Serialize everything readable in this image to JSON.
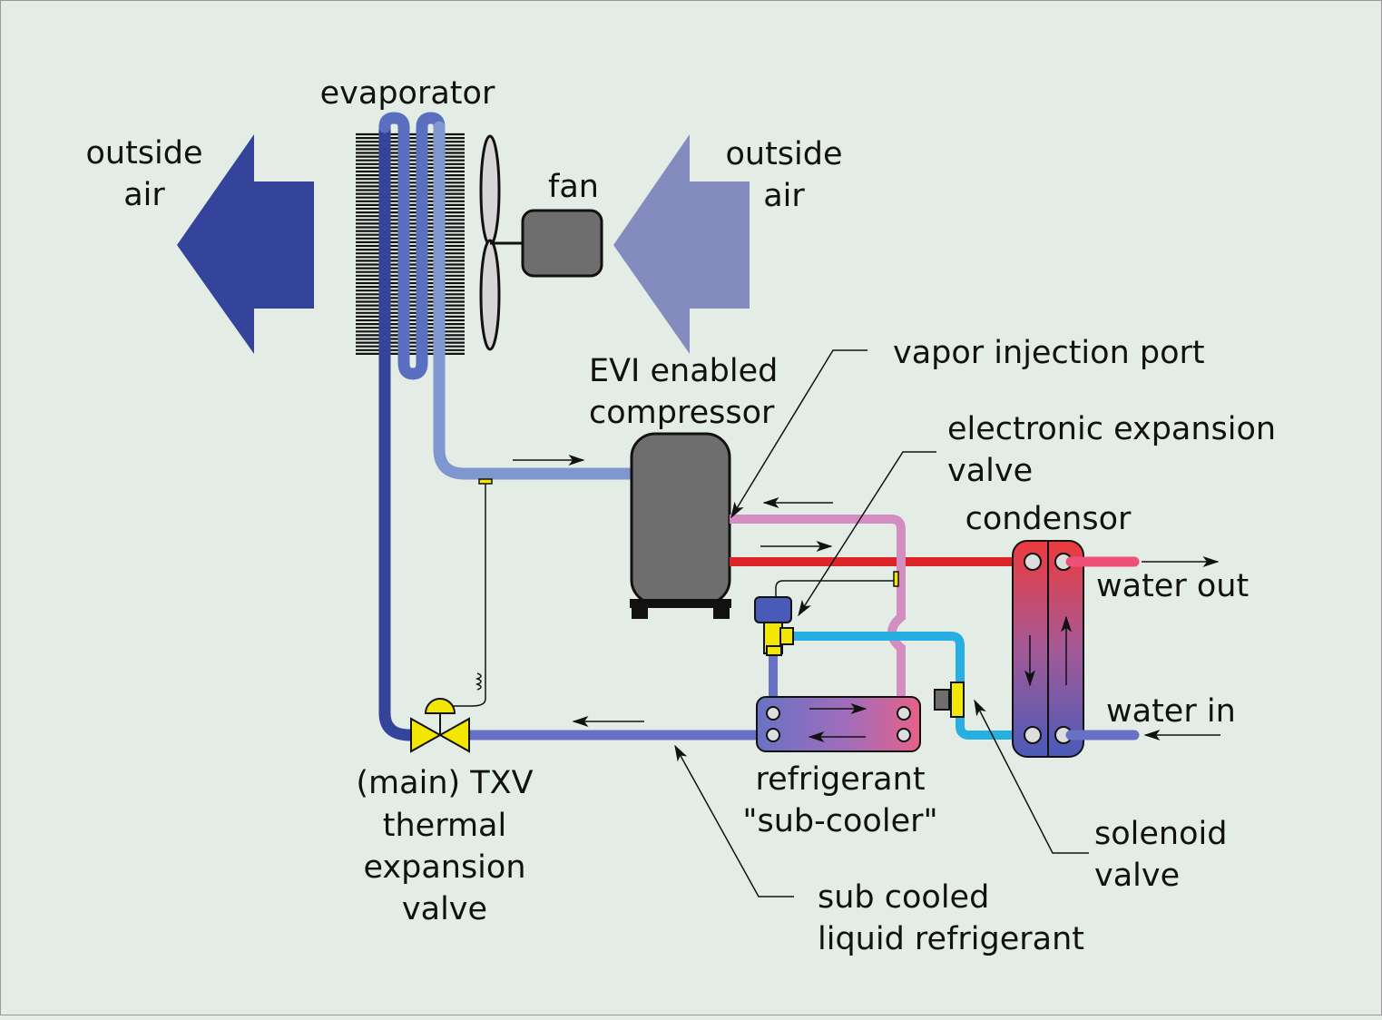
{
  "labels": {
    "outside_air_out": [
      "outside",
      "air"
    ],
    "evaporator": "evaporator",
    "fan": "fan",
    "outside_air_in": [
      "outside",
      "air"
    ],
    "compressor": [
      "EVI enabled",
      "compressor"
    ],
    "vapor_injection_port": "vapor injection port",
    "eev": [
      "electronic expansion",
      "valve"
    ],
    "condensor": "condensor",
    "water_out": "water out",
    "water_in": "water in",
    "txv": [
      "(main) TXV",
      "thermal",
      "expansion",
      "valve"
    ],
    "sub_cooler": [
      "refrigerant",
      "\"sub-cooler\""
    ],
    "solenoid": [
      "solenoid",
      "valve"
    ],
    "sub_cooled_liquid": [
      "sub cooled",
      "liquid refrigerant"
    ]
  },
  "colors": {
    "background": "#e3ede5",
    "dark_blue_pipe": "#34449a",
    "light_blue_pipe": "#7f97cf",
    "pink_pipe": "#d48dc0",
    "red_pipe": "#dd2428",
    "cyan_pipe": "#27aee3",
    "valve_yellow": "#f3e600",
    "compressor_gray": "#6e6e6e"
  }
}
